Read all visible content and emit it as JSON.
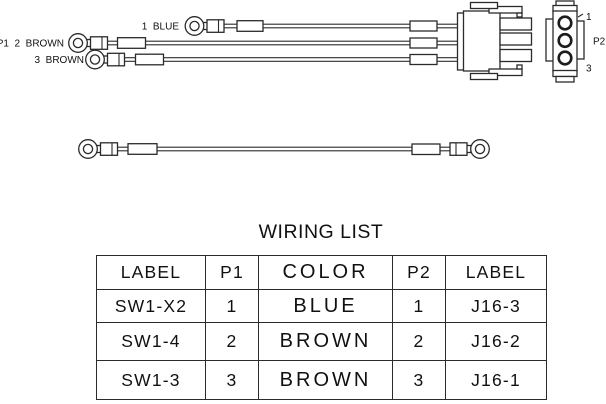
{
  "diagram": {
    "wire_labels": {
      "wire1": "1  BLUE",
      "wire2": "P1  2  BROWN",
      "wire3": "3  BROWN"
    },
    "connector": {
      "pin_top": "1",
      "name": "P2",
      "pin_bottom": "3"
    }
  },
  "wiring_list": {
    "title": "WIRING LIST",
    "headers": [
      "LABEL",
      "P1",
      "COLOR",
      "P2",
      "LABEL"
    ],
    "rows": [
      [
        "SW1-X2",
        "1",
        "BLUE",
        "1",
        "J16-3"
      ],
      [
        "SW1-4",
        "2",
        "BROWN",
        "2",
        "J16-2"
      ],
      [
        "SW1-3",
        "3",
        "BROWN",
        "3",
        "J16-1"
      ]
    ]
  }
}
